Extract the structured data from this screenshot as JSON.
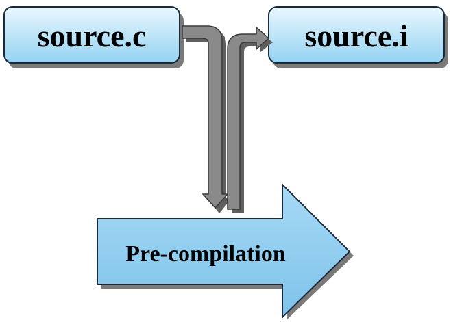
{
  "diagram": {
    "input_file": "source.c",
    "output_file": "source.i",
    "process_label": "Pre-compilation"
  },
  "colors": {
    "box_fill_top": "#e6f6ff",
    "box_fill_bottom": "#93d3f2",
    "box_border": "#1a2a38",
    "connector_fill": "#808080",
    "big_arrow_fill": "#8ccbee",
    "shadow": "#6e6e6e"
  }
}
